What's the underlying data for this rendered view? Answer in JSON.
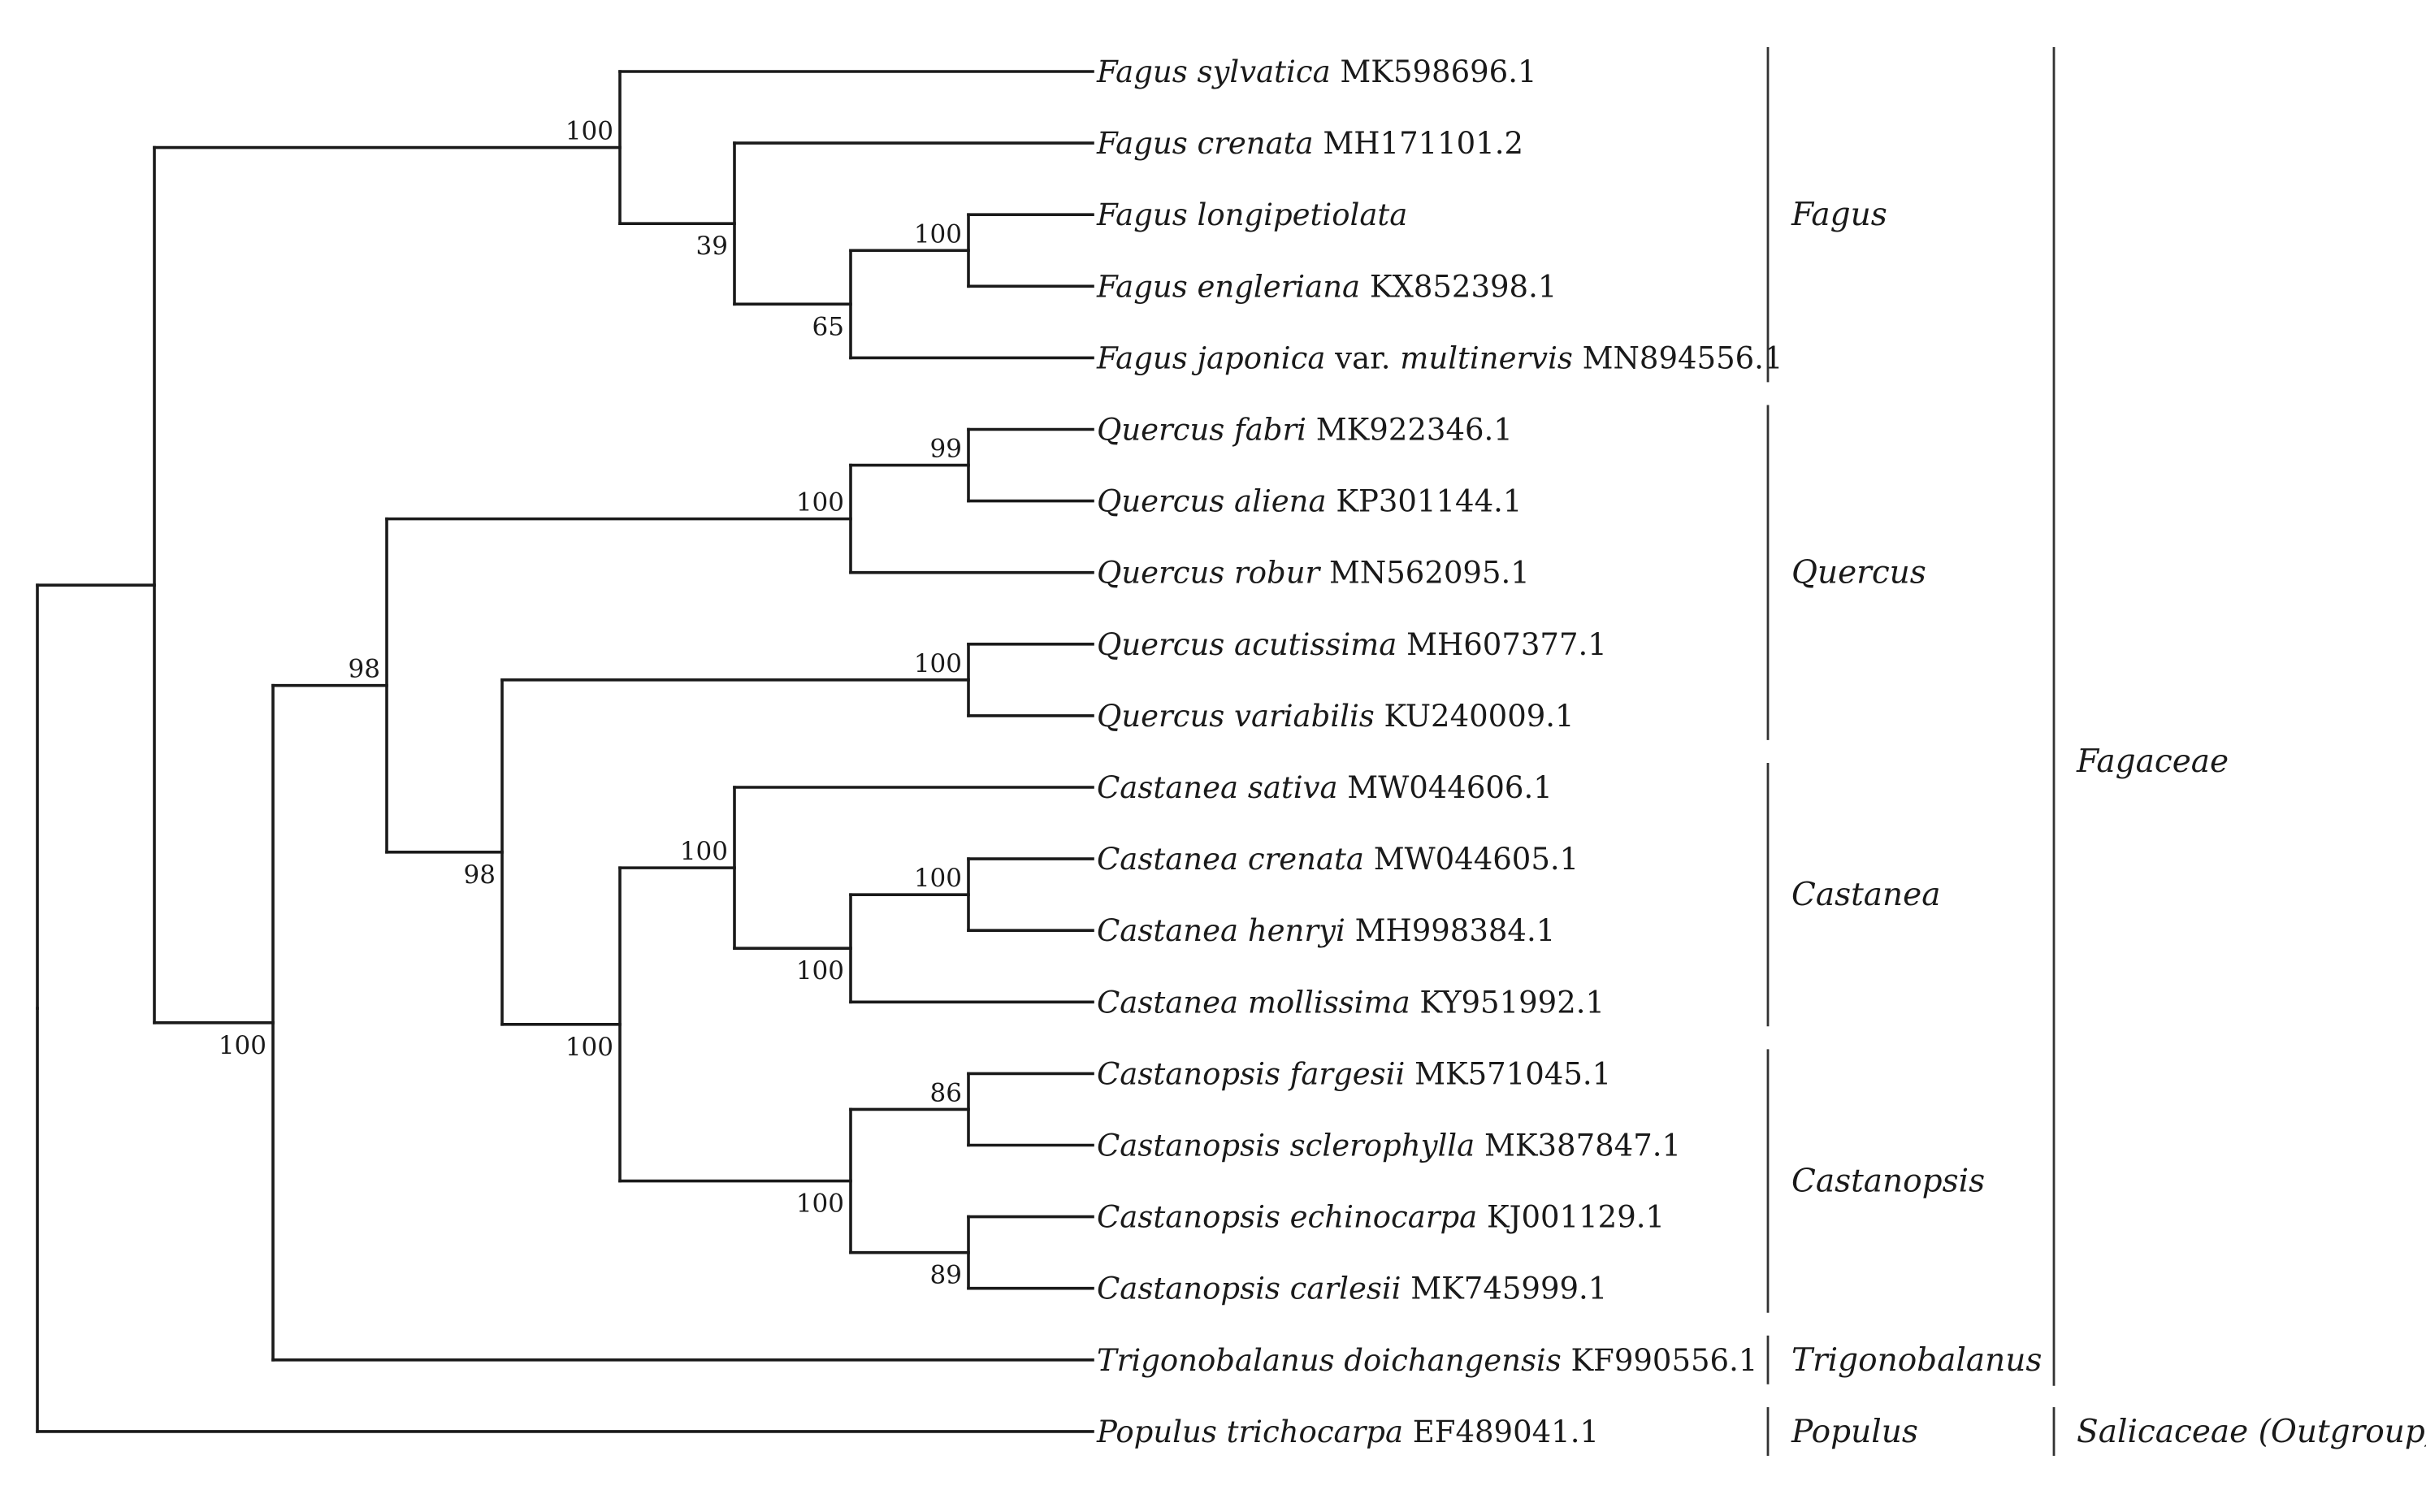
{
  "figure_kind": "phylogenetic-tree",
  "taxa": [
    {
      "id": "t1",
      "parts": [
        {
          "t": "Fagus sylvatica",
          "i": true
        },
        {
          "t": " MK598696.1",
          "i": false
        }
      ]
    },
    {
      "id": "t2",
      "parts": [
        {
          "t": "Fagus crenata",
          "i": true
        },
        {
          "t": " MH171101.2",
          "i": false
        }
      ]
    },
    {
      "id": "t3",
      "parts": [
        {
          "t": "Fagus longipetiolata",
          "i": true
        }
      ]
    },
    {
      "id": "t4",
      "parts": [
        {
          "t": "Fagus engleriana",
          "i": true
        },
        {
          "t": " KX852398.1",
          "i": false
        }
      ]
    },
    {
      "id": "t5",
      "parts": [
        {
          "t": "Fagus japonica",
          "i": true
        },
        {
          "t": " var. ",
          "i": false
        },
        {
          "t": "multinervis",
          "i": true
        },
        {
          "t": " MN894556.1",
          "i": false
        }
      ]
    },
    {
      "id": "t6",
      "parts": [
        {
          "t": "Quercus fabri",
          "i": true
        },
        {
          "t": " MK922346.1",
          "i": false
        }
      ]
    },
    {
      "id": "t7",
      "parts": [
        {
          "t": "Quercus aliena",
          "i": true
        },
        {
          "t": " KP301144.1",
          "i": false
        }
      ]
    },
    {
      "id": "t8",
      "parts": [
        {
          "t": "Quercus robur",
          "i": true
        },
        {
          "t": " MN562095.1",
          "i": false
        }
      ]
    },
    {
      "id": "t9",
      "parts": [
        {
          "t": "Quercus acutissima",
          "i": true
        },
        {
          "t": " MH607377.1",
          "i": false
        }
      ]
    },
    {
      "id": "t10",
      "parts": [
        {
          "t": "Quercus variabilis",
          "i": true
        },
        {
          "t": " KU240009.1",
          "i": false
        }
      ]
    },
    {
      "id": "t11",
      "parts": [
        {
          "t": "Castanea sativa",
          "i": true
        },
        {
          "t": " MW044606.1",
          "i": false
        }
      ]
    },
    {
      "id": "t12",
      "parts": [
        {
          "t": "Castanea crenata",
          "i": true
        },
        {
          "t": " MW044605.1",
          "i": false
        }
      ]
    },
    {
      "id": "t13",
      "parts": [
        {
          "t": "Castanea henryi",
          "i": true
        },
        {
          "t": " MH998384.1",
          "i": false
        }
      ]
    },
    {
      "id": "t14",
      "parts": [
        {
          "t": "Castanea mollissima",
          "i": true
        },
        {
          "t": " KY951992.1",
          "i": false
        }
      ]
    },
    {
      "id": "t15",
      "parts": [
        {
          "t": "Castanopsis fargesii",
          "i": true
        },
        {
          "t": " MK571045.1",
          "i": false
        }
      ]
    },
    {
      "id": "t16",
      "parts": [
        {
          "t": "Castanopsis sclerophylla",
          "i": true
        },
        {
          "t": " MK387847.1",
          "i": false
        }
      ]
    },
    {
      "id": "t17",
      "parts": [
        {
          "t": "Castanopsis echinocarpa",
          "i": true
        },
        {
          "t": " KJ001129.1",
          "i": false
        }
      ]
    },
    {
      "id": "t18",
      "parts": [
        {
          "t": "Castanopsis carlesii",
          "i": true
        },
        {
          "t": " MK745999.1",
          "i": false
        }
      ]
    },
    {
      "id": "t19",
      "parts": [
        {
          "t": "Trigonobalanus doichangensis",
          "i": true
        },
        {
          "t": " KF990556.1",
          "i": false
        }
      ]
    },
    {
      "id": "t20",
      "parts": [
        {
          "t": "Populus trichocarpa",
          "i": true
        },
        {
          "t": " EF489041.1",
          "i": false
        }
      ]
    }
  ],
  "nodes": [
    {
      "id": "n_root",
      "children": [
        "n_fag",
        "t20"
      ],
      "support": ""
    },
    {
      "id": "n_fag",
      "children": [
        "n_fagus",
        "n_rest"
      ],
      "support": ""
    },
    {
      "id": "n_fagus",
      "children": [
        "t1",
        "n_fg2"
      ],
      "support": "100"
    },
    {
      "id": "n_fg2",
      "children": [
        "t2",
        "n_fg3"
      ],
      "support": "39"
    },
    {
      "id": "n_fg3",
      "children": [
        "n_fg4",
        "t5"
      ],
      "support": "65"
    },
    {
      "id": "n_fg4",
      "children": [
        "t3",
        "t4"
      ],
      "support": "100"
    },
    {
      "id": "n_rest",
      "children": [
        "n_core",
        "t19"
      ],
      "support": "100"
    },
    {
      "id": "n_core",
      "children": [
        "n_q1",
        "n_qc"
      ],
      "support": "98"
    },
    {
      "id": "n_q1",
      "children": [
        "n_q1a",
        "t8"
      ],
      "support": "100"
    },
    {
      "id": "n_q1a",
      "children": [
        "t6",
        "t7"
      ],
      "support": "99"
    },
    {
      "id": "n_qc",
      "children": [
        "n_q2",
        "n_cc"
      ],
      "support": "98"
    },
    {
      "id": "n_q2",
      "children": [
        "t9",
        "t10"
      ],
      "support": "100"
    },
    {
      "id": "n_cc",
      "children": [
        "n_cast",
        "n_csp"
      ],
      "support": "100"
    },
    {
      "id": "n_cast",
      "children": [
        "t11",
        "n_c2"
      ],
      "support": "100"
    },
    {
      "id": "n_c2",
      "children": [
        "n_c3",
        "t14"
      ],
      "support": "100"
    },
    {
      "id": "n_c3",
      "children": [
        "t12",
        "t13"
      ],
      "support": "100"
    },
    {
      "id": "n_csp",
      "children": [
        "n_cs1",
        "n_cs2"
      ],
      "support": "100"
    },
    {
      "id": "n_cs1",
      "children": [
        "t15",
        "t16"
      ],
      "support": "86"
    },
    {
      "id": "n_cs2",
      "children": [
        "t17",
        "t18"
      ],
      "support": "89"
    }
  ],
  "genus_groups": [
    {
      "label": "Fagus",
      "from": "t1",
      "to": "t5"
    },
    {
      "label": "Quercus",
      "from": "t6",
      "to": "t10"
    },
    {
      "label": "Castanea",
      "from": "t11",
      "to": "t14"
    },
    {
      "label": "Castanopsis",
      "from": "t15",
      "to": "t18"
    },
    {
      "label": "Trigonobalanus",
      "from": "t19",
      "to": "t19"
    },
    {
      "label": "Populus",
      "from": "t20",
      "to": "t20"
    }
  ],
  "family_groups": [
    {
      "label": "Fagaceae",
      "from": "t1",
      "to": "t19"
    },
    {
      "label": "Salicaceae (Outgroup)",
      "from": "t20",
      "to": "t20"
    }
  ]
}
